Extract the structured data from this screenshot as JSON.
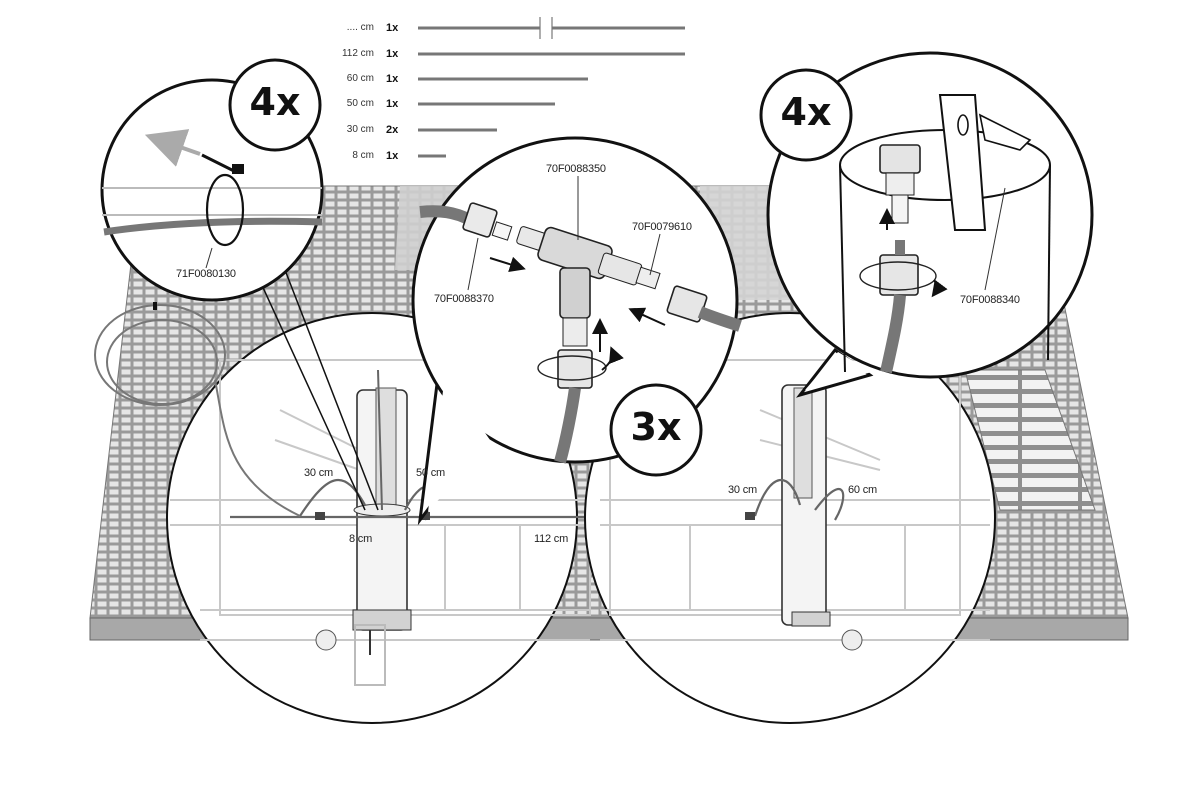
{
  "cut_list": [
    {
      "length": ".... cm",
      "qty": "1x"
    },
    {
      "length": "112 cm",
      "qty": "1x"
    },
    {
      "length": "60 cm",
      "qty": "1x"
    },
    {
      "length": "50 cm",
      "qty": "1x"
    },
    {
      "length": "30 cm",
      "qty": "2x"
    },
    {
      "length": "8 cm",
      "qty": "1x"
    }
  ],
  "callouts": {
    "left_count": "4x",
    "middle_count": "3x",
    "right_count": "4x"
  },
  "part_numbers": {
    "cable_tie": "71F0080130",
    "tee": "70F0088350",
    "nipple": "70F0079610",
    "nut": "70F0088370",
    "cylinder_fitting": "70F0088340"
  },
  "measurements": {
    "left_30": "30 cm",
    "left_50": "50 cm",
    "left_8": "8 cm",
    "center_112": "112 cm",
    "right_30": "30 cm",
    "right_60": "60 cm"
  }
}
